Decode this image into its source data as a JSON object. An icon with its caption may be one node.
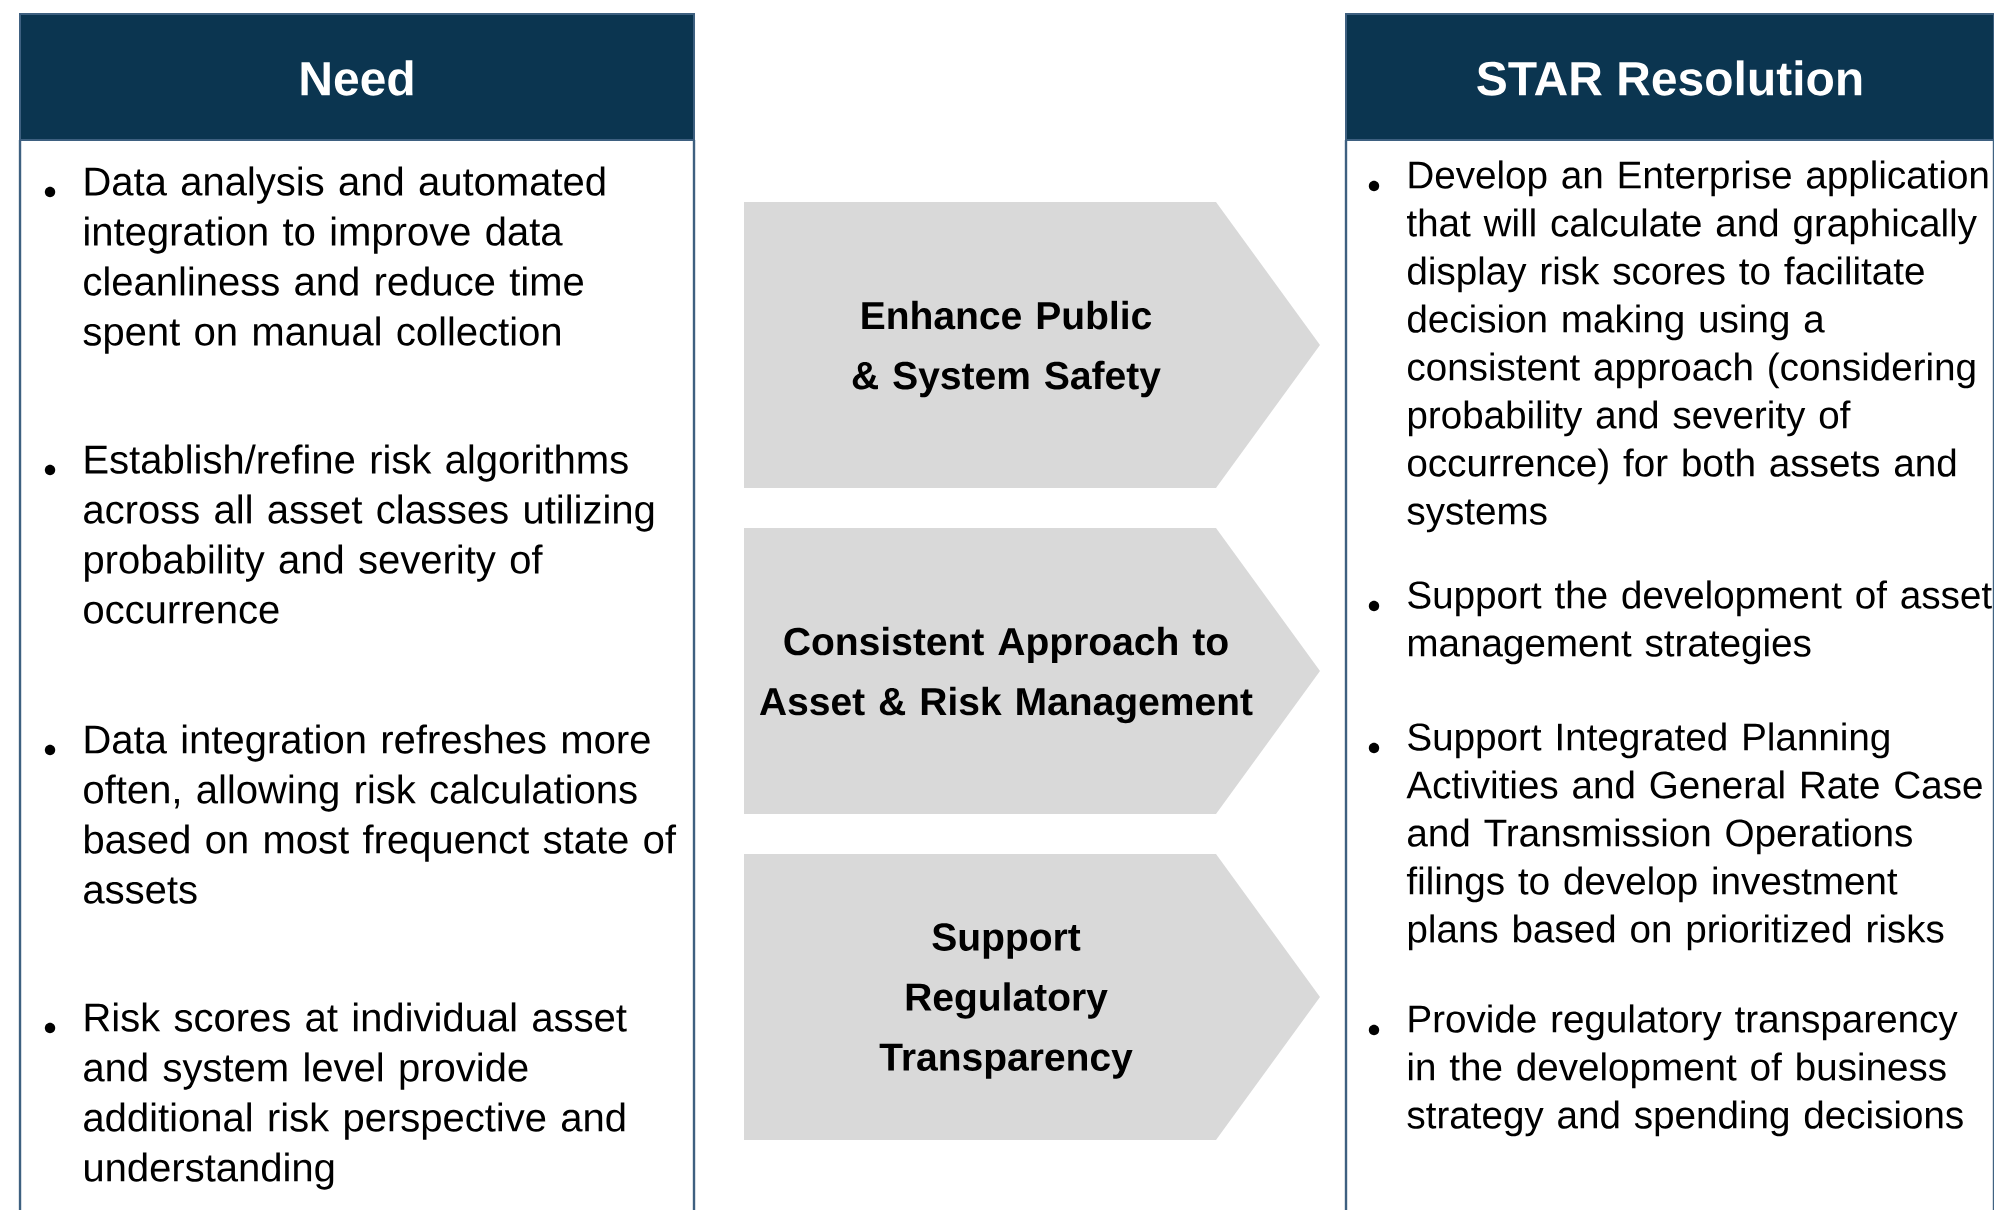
{
  "diagram": {
    "nodes": [
      {
        "text": [
          "Need",
          "Data analysis and automated integration to improve data cleanliness and reduce time spent on manual collection",
          "Establish/refine risk algorithms across all asset classes utilizing probability and severity of occurrence",
          "Data integration refreshes more often, allowing risk calculations based on most frequenct state of assets",
          "Risk scores at individual asset and system level provide additional risk perspective and understanding"
        ]
      },
      {
        "text": [
          "Enhance Public & System Safety"
        ]
      },
      {
        "text": [
          "Consistent Approach to Asset & Risk Management"
        ]
      },
      {
        "text": [
          "Support Regulatory Transparency"
        ]
      },
      {
        "text": [
          "STAR Resolution",
          "Develop an Enterprise application that will calculate and graphically display risk scores to facilitate decision making using a consistent approach (considering probability and severity of occurrence) for both assets and systems",
          "Support the development of asset management strategies",
          "Support Integrated Planning Activities and General Rate Case and Transmission Operations filings to develop investment plans based on prioritized risks",
          "Provide regulatory transparency in the development of business strategy and spending decisions"
        ]
      }
    ]
  }
}
